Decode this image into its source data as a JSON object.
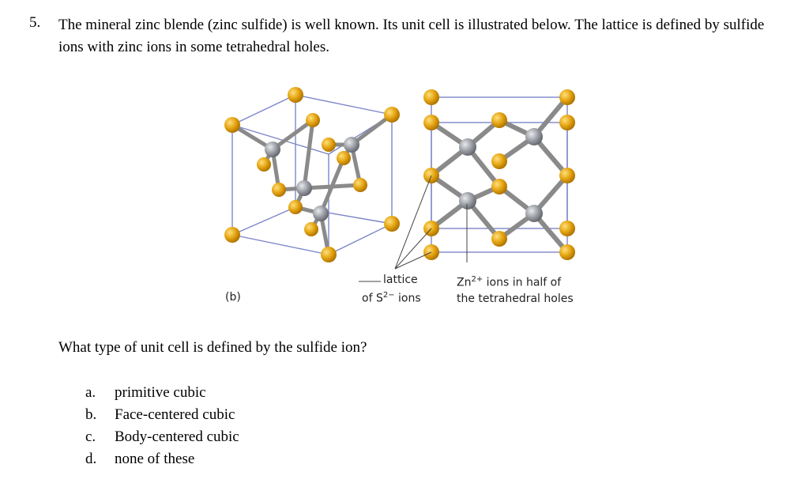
{
  "question": {
    "number": "5.",
    "text": "The mineral zinc blende (zinc sulfide) is well known. Its unit cell is illustrated below. The lattice is defined by sulfide ions with zinc ions in some tetrahedral holes.",
    "subquestion": "What type of unit cell is defined by the sulfide ion?"
  },
  "figure": {
    "panel_label": "(b)",
    "lattice_label_line1": "lattice",
    "lattice_label_line2_prefix": "of S",
    "lattice_label_sup": "2−",
    "lattice_label_line2_suffix": " ions",
    "zn_label_prefix": "Zn",
    "zn_label_sup": "2+",
    "zn_label_line1_suffix": " ions in half of",
    "zn_label_line2": "the tetrahedral holes",
    "colors": {
      "sulfide": "#e3a20f",
      "zinc": "#9a9da3",
      "cell_edge": "#7d86c9",
      "bond": "#8a8a8a"
    }
  },
  "options": [
    {
      "letter": "a.",
      "text": "primitive cubic"
    },
    {
      "letter": "b.",
      "text": "Face-centered cubic"
    },
    {
      "letter": "c.",
      "text": "Body-centered cubic"
    },
    {
      "letter": "d.",
      "text": "none of these"
    }
  ]
}
